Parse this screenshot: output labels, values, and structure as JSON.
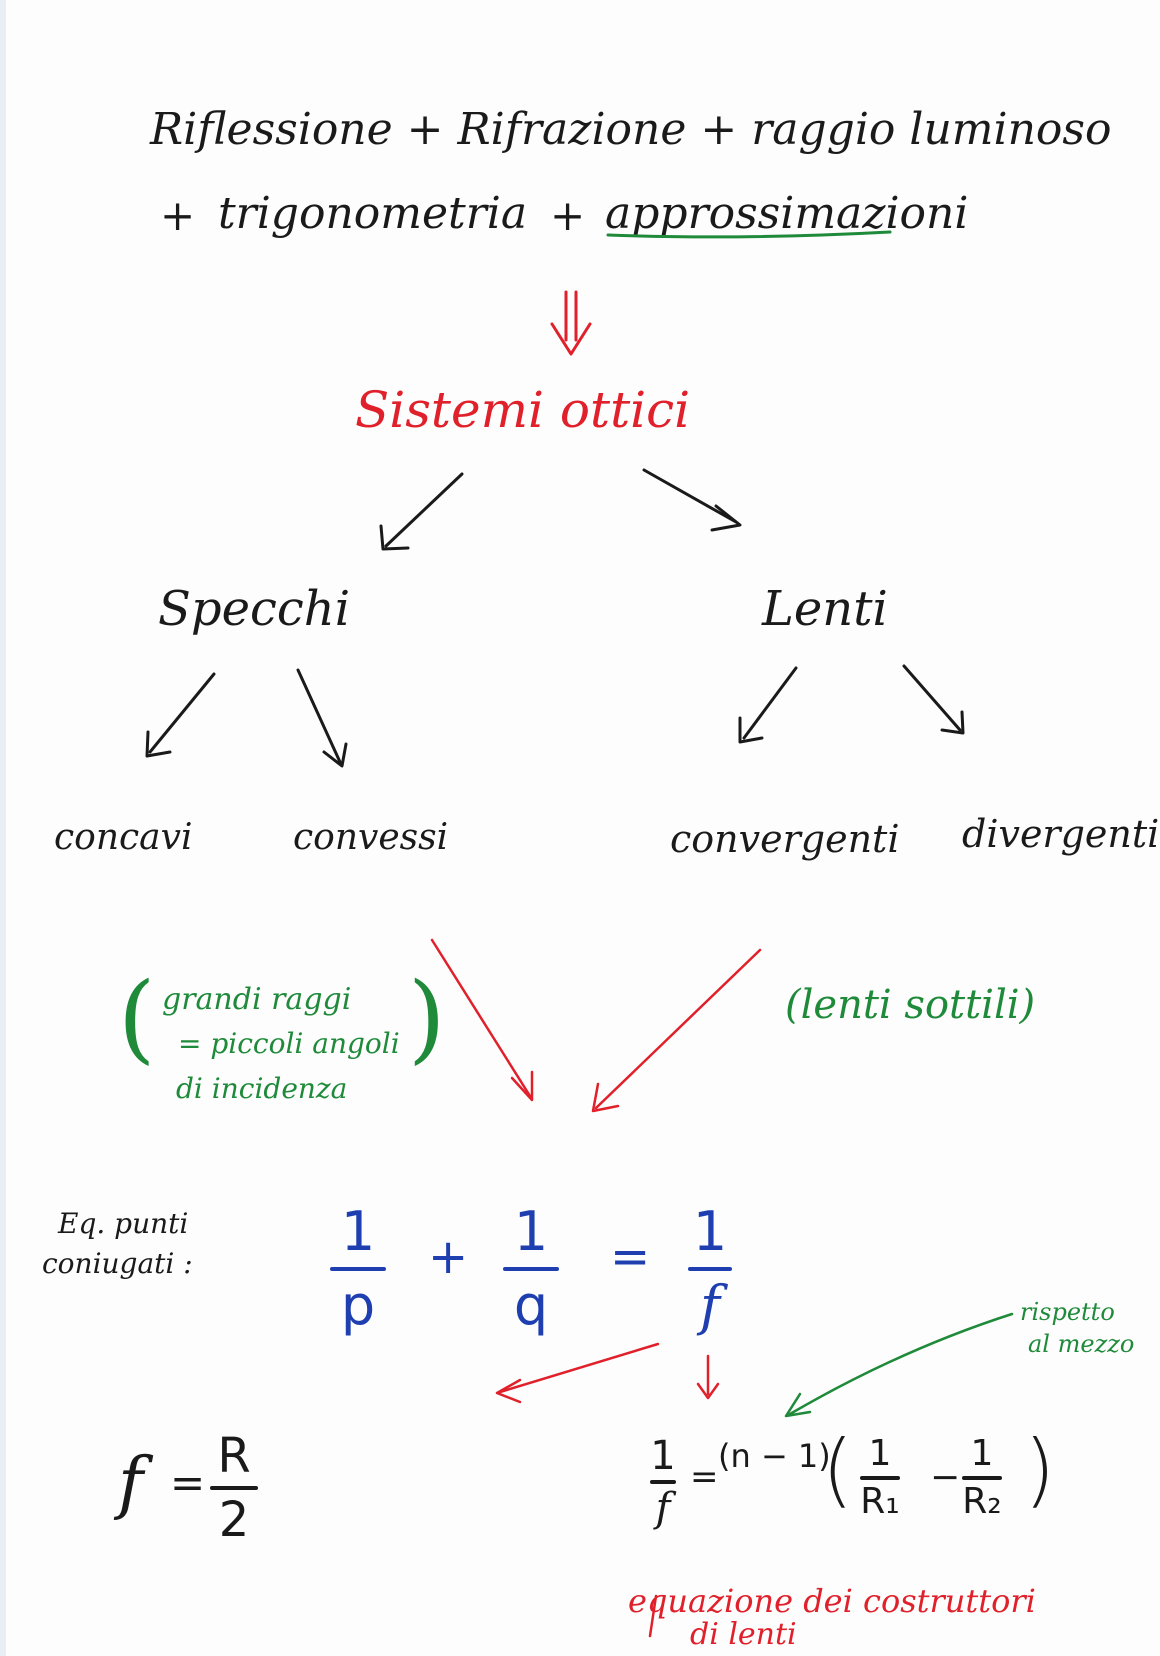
{
  "header": {
    "line1": "Riflessione + Rifrazione + raggio luminoso",
    "line2_plus": "+",
    "line2_trig": "trigonometria",
    "line2_plus2": "+",
    "line2_approx": "approssimazioni"
  },
  "main_node": "Sistemi ottici",
  "branches": {
    "left": "Specchi",
    "right": "Lenti"
  },
  "leaves": {
    "concavi": "concavi",
    "convessi": "convessi",
    "convergenti": "convergenti",
    "divergenti": "divergenti"
  },
  "notes": {
    "mirror_condition": [
      "grandi raggi",
      "= piccoli angoli",
      "di incidenza"
    ],
    "lens_condition": "(lenti sottili)",
    "medium_note": [
      "rispetto",
      "al mezzo"
    ],
    "makers_note": [
      "equazione dei costruttori",
      "di lenti"
    ]
  },
  "equation": {
    "label": [
      "Eq. punti",
      "coniugati :"
    ],
    "num1": "1",
    "den1": "p",
    "plus": "+",
    "num2": "1",
    "den2": "q",
    "eq": "=",
    "num3": "1",
    "den3": "f"
  },
  "mirror_formula": {
    "lhs": "f",
    "eq": "=",
    "num": "R",
    "den": "2"
  },
  "lens_formula": {
    "num": "1",
    "den": "f",
    "eq": "=",
    "factor": "(n − 1)",
    "open": "(",
    "a_num": "1",
    "a_den": "R₁",
    "minus": "−",
    "b_num": "1",
    "b_den": "R₂",
    "close": ")"
  },
  "colors": {
    "ink": "#1a1a1a",
    "red": "#e0202a",
    "green": "#1e8a3a",
    "blue": "#1f3fb0"
  }
}
